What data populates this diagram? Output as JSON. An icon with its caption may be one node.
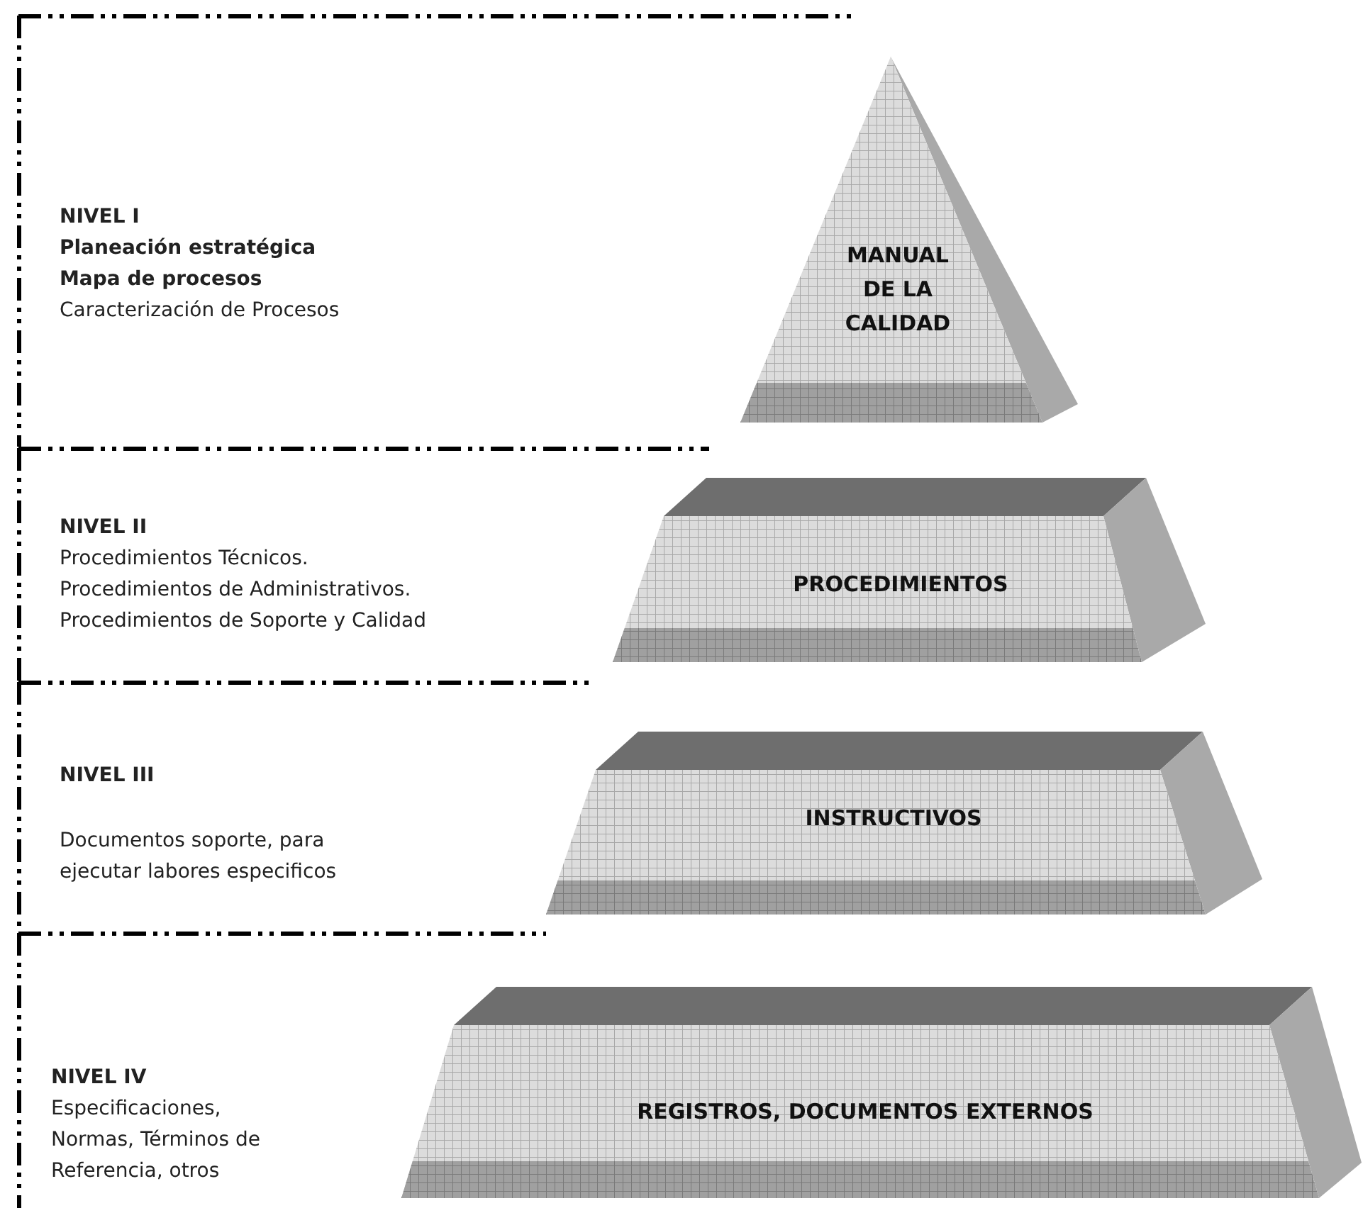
{
  "diagram": {
    "nodes": [
      {
        "text": [
          "NIVEL I",
          "Planeación estratégica",
          "Mapa de procesos",
          "Caracterización de Procesos"
        ]
      },
      {
        "text": [
          "NIVEL II",
          "Procedimientos Técnicos.",
          "Procedimientos de Administrativos.",
          "Procedimientos de Soporte y Calidad"
        ]
      },
      {
        "text": [
          "NIVEL III",
          "Documentos soporte, para ejecutar labores especificos"
        ]
      },
      {
        "text": [
          "NIVEL IV",
          "Especificaciones, Normas, Términos de Referencia, otros"
        ]
      },
      {
        "text": [
          "MANUAL DE LA CALIDAD"
        ]
      },
      {
        "text": [
          "PROCEDIMIENTOS"
        ]
      },
      {
        "text": [
          "INSTRUCTIVOS"
        ]
      },
      {
        "text": [
          "REGISTROS, DOCUMENTOS EXTERNOS"
        ]
      }
    ],
    "edges": []
  }
}
